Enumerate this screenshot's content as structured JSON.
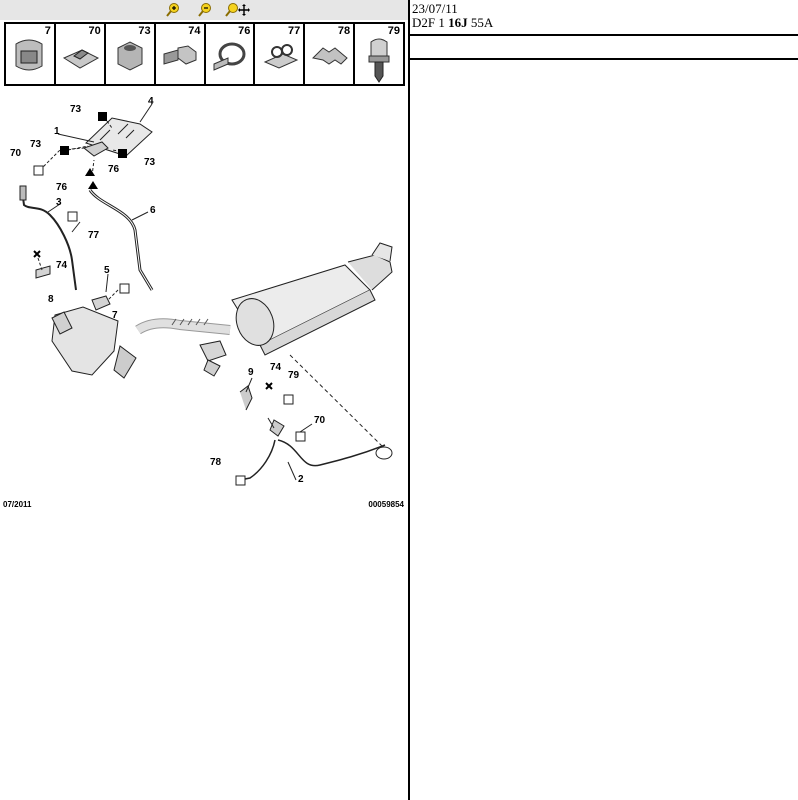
{
  "toolbar": {
    "zoom_in_icon": "zoom-in-icon",
    "zoom_out_icon": "zoom-out-icon",
    "zoom_pan_icon": "zoom-pan-icon"
  },
  "parts_strip": {
    "items": [
      {
        "number": "7"
      },
      {
        "number": "70"
      },
      {
        "number": "73"
      },
      {
        "number": "74"
      },
      {
        "number": "76"
      },
      {
        "number": "77"
      },
      {
        "number": "78"
      },
      {
        "number": "79"
      }
    ]
  },
  "diagram": {
    "callouts": [
      "73",
      "4",
      "1",
      "73",
      "73",
      "70",
      "76",
      "76",
      "3",
      "6",
      "77",
      "74",
      "5",
      "8",
      "7",
      "9",
      "74",
      "79",
      "70",
      "78",
      "2"
    ],
    "footer_date": "07/2011",
    "footer_ref": "00059854"
  },
  "info": {
    "date": "23/07/11",
    "code_prefix": "D2F 1 ",
    "code_bold": "16J",
    "code_suffix": " 55A"
  }
}
